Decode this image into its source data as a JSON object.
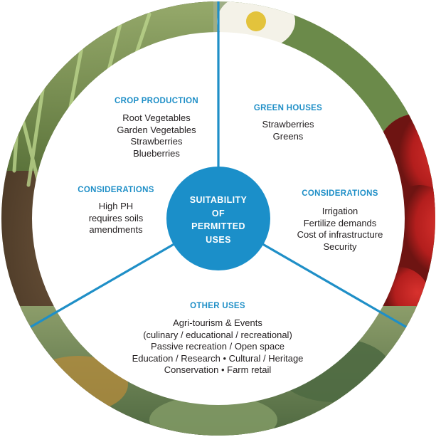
{
  "center": {
    "lines": [
      "SUITABILITY",
      "OF",
      "PERMITTED",
      "USES"
    ]
  },
  "crop_production": {
    "heading": "CROP PRODUCTION",
    "items": [
      "Root Vegetables",
      "Garden Vegetables",
      "Strawberries",
      "Blueberries"
    ]
  },
  "crop_considerations": {
    "heading": "CONSIDERATIONS",
    "items": [
      "High PH",
      "requires soils",
      "amendments"
    ]
  },
  "green_houses": {
    "heading": "GREEN HOUSES",
    "items": [
      "Strawberries",
      "Greens"
    ]
  },
  "green_considerations": {
    "heading": "CONSIDERATIONS",
    "items": [
      "Irrigation",
      "Fertilize demands",
      "Cost of infrastructure",
      "Security"
    ]
  },
  "other_uses": {
    "heading": "OTHER USES",
    "items": [
      "Agri-tourism & Events",
      "(culinary / educational / recreational)",
      "Passive recreation / Open space",
      "Education / Research • Cultural / Heritage",
      "Conservation • Farm retail"
    ]
  },
  "colors": {
    "accent": "#1f8fc7",
    "center_fill": "#1b8fc9",
    "text": "#231f20"
  }
}
